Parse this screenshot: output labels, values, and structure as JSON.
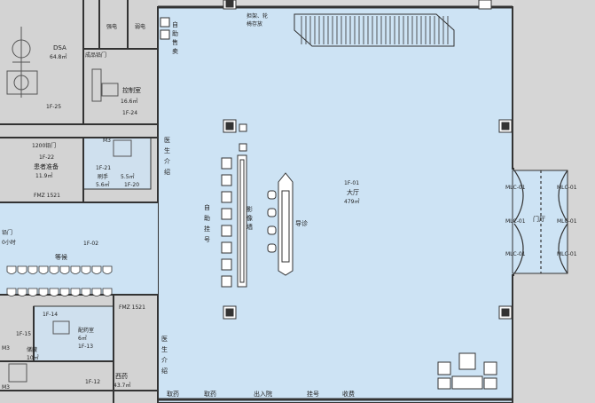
{
  "rooms": {
    "dsa": {
      "name": "DSA",
      "area": "64.8㎡"
    },
    "room_1f25": "1F-25",
    "strong_elec": "强电",
    "weak_elec": "弱电",
    "finished_lead_door": "成品铅门",
    "control": {
      "name": "控制室",
      "area": "16.6㎡",
      "code": "1F-24"
    },
    "lead_door_1200": "1200铅门",
    "patient_prep": {
      "code": "1F-22",
      "name": "患者准备",
      "area": "11.9㎡"
    },
    "room_1f21": {
      "code": "1F-21",
      "name": "刷手",
      "area": "5.6㎡"
    },
    "room_1f20": {
      "code": "1F-20",
      "area": "5.5㎡"
    },
    "m3": "M3",
    "fmz_1521_a": "FMZ 1521",
    "fmz_1521_b": "FMZ 1521",
    "lead_door_left": "铅门",
    "half_hour": "0小时",
    "room_1f02": "1F-02",
    "waiting": "等候",
    "room_1f14": "1F-14",
    "room_1f15": "1F-15",
    "pharmacy_room": {
      "name": "配药室",
      "area": "6㎡"
    },
    "room_1f13": "1F-13",
    "room_m3b": "M3",
    "room_storage": {
      "name": "储藏",
      "area": "10㎡"
    },
    "room_1f12": "1F-12",
    "western_pharmacy": {
      "name": "西药",
      "area": "43.7㎡"
    },
    "room_m3c": "M3"
  },
  "hall": {
    "code": "1F-01",
    "name": "大厅",
    "area": "479㎡",
    "stretcher_storage": "担架、轮椅存放",
    "self_vending": "自助售卖",
    "doctor_intro_top": "医生介绍",
    "doctor_intro_bottom": "医生介绍",
    "self_register": "自助挂号",
    "image_terminal": "影像墙",
    "guide_desk": "导诊",
    "main_door": "门厅",
    "mlc_labels": [
      "MLC-01",
      "MLC-01",
      "MLC-01",
      "MLC-01",
      "MLC-01",
      "MLC-01"
    ]
  },
  "bottom_counters": [
    "取药",
    "取药",
    "出入院",
    "挂号",
    "收费"
  ],
  "colors": {
    "hall_fill": "#cde3f4",
    "room_fill": "#cfe0ee",
    "wall": "#333333",
    "outside": "#d9d9d9"
  }
}
